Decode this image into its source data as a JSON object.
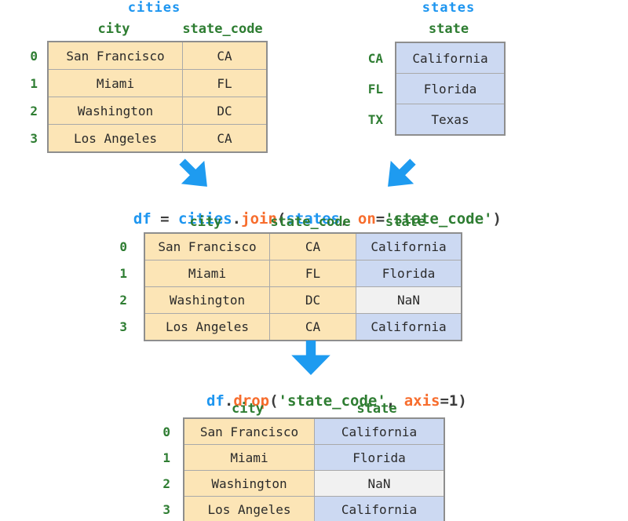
{
  "colors": {
    "accent_blue": "#1e96f0",
    "accent_orange": "#f76d2d",
    "accent_green": "#2e7d32",
    "cell_orange": "#fce5b6",
    "cell_blue": "#ccd9f2",
    "cell_gray": "#f1f1f1",
    "arrow_blue": "#1e9bf0"
  },
  "cities": {
    "title": "cities",
    "columns": [
      "city",
      "state_code"
    ],
    "index": [
      "0",
      "1",
      "2",
      "3"
    ],
    "rows": [
      [
        "San Francisco",
        "CA"
      ],
      [
        "Miami",
        "FL"
      ],
      [
        "Washington",
        "DC"
      ],
      [
        "Los Angeles",
        "CA"
      ]
    ]
  },
  "states": {
    "title": "states",
    "columns": [
      "state"
    ],
    "index": [
      "CA",
      "FL",
      "TX"
    ],
    "rows": [
      [
        "California"
      ],
      [
        "Florida"
      ],
      [
        "Texas"
      ]
    ]
  },
  "join_code": {
    "full": "df = cities.join(states, on='state_code')",
    "tokens": [
      {
        "text": "df"
      },
      {
        "text": " = "
      },
      {
        "text": "cities"
      },
      {
        "text": "."
      },
      {
        "text": "join"
      },
      {
        "text": "("
      },
      {
        "text": "states"
      },
      {
        "text": ", "
      },
      {
        "text": "on"
      },
      {
        "text": "="
      },
      {
        "text": "'state_code'"
      },
      {
        "text": ")"
      }
    ]
  },
  "joined": {
    "columns": [
      "city",
      "state_code",
      "state"
    ],
    "index": [
      "0",
      "1",
      "2",
      "3"
    ],
    "rows": [
      [
        "San Francisco",
        "CA",
        "California"
      ],
      [
        "Miami",
        "FL",
        "Florida"
      ],
      [
        "Washington",
        "DC",
        "NaN"
      ],
      [
        "Los Angeles",
        "CA",
        "California"
      ]
    ]
  },
  "drop_code": {
    "full": "df.drop('state_code', axis=1)",
    "tokens": [
      {
        "text": "df"
      },
      {
        "text": "."
      },
      {
        "text": "drop"
      },
      {
        "text": "("
      },
      {
        "text": "'state_code'"
      },
      {
        "text": ", "
      },
      {
        "text": "axis"
      },
      {
        "text": "=1)"
      }
    ]
  },
  "result": {
    "columns": [
      "city",
      "state"
    ],
    "index": [
      "0",
      "1",
      "2",
      "3"
    ],
    "rows": [
      [
        "San Francisco",
        "California"
      ],
      [
        "Miami",
        "Florida"
      ],
      [
        "Washington",
        "NaN"
      ],
      [
        "Los Angeles",
        "California"
      ]
    ]
  }
}
